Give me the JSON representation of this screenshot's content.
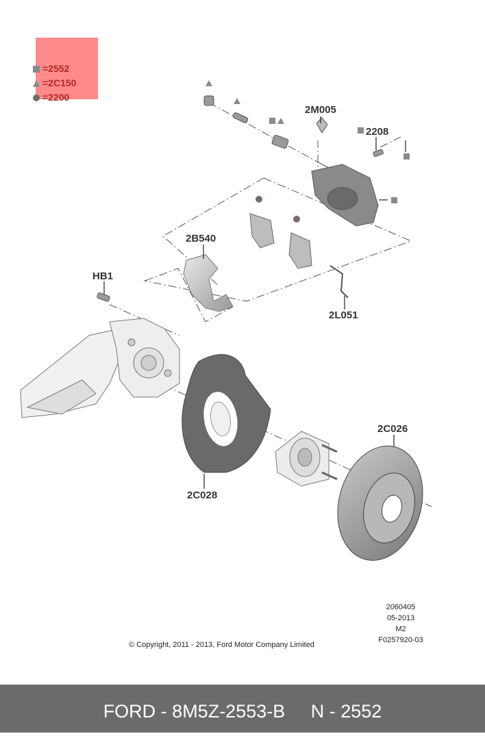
{
  "legend": [
    {
      "symbol": "square",
      "text": "=2552"
    },
    {
      "symbol": "triangle",
      "text": "=2C150"
    },
    {
      "symbol": "circle",
      "text": "=2200"
    }
  ],
  "parts": {
    "caliper": "2M005",
    "bleeder": "2208",
    "bracket": "2B540",
    "bolt": "HB1",
    "hose_clip": "2L051",
    "dust_shield": "2C028",
    "disc": "2C026"
  },
  "meta": [
    "2060405",
    "05-2013",
    "M2",
    "F0257920-03"
  ],
  "copyright": "© Copyright, 2011 - 2013, Ford Motor Company Limited",
  "footer": {
    "brand": "FORD",
    "part_number": "8M5Z-2553-B",
    "ref_label": "N",
    "ref_value": "2552",
    "text": "FORD - 8M5Z-2553-B     N - 2552"
  },
  "colors": {
    "legend_bg": "#ff8a8a",
    "legend_text": "#b52626",
    "footer_bg": "#6b6b6b",
    "marker": "#8a8a8a"
  }
}
